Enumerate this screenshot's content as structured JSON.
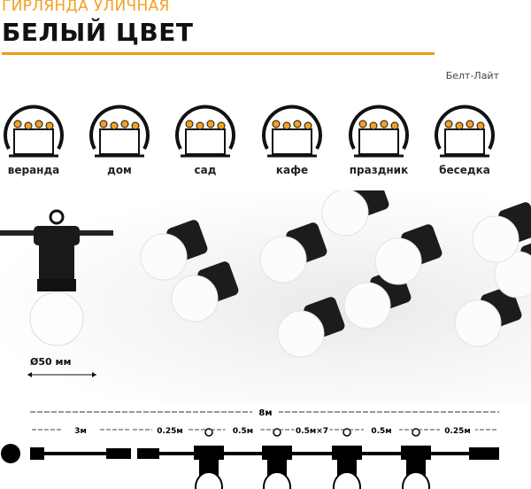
{
  "header": {
    "subtitle": "ГИРЛЯНДА УЛИЧНАЯ",
    "title": "БЕЛЫЙ ЦВЕТ",
    "brand": "Белт-Лайт"
  },
  "colors": {
    "accent": "#f29a14",
    "text": "#111111"
  },
  "uses": [
    {
      "label": "веранда",
      "icon": "veranda-icon"
    },
    {
      "label": "дом",
      "icon": "house-icon"
    },
    {
      "label": "сад",
      "icon": "garden-icon"
    },
    {
      "label": "кафе",
      "icon": "cafe-icon"
    },
    {
      "label": "праздник",
      "icon": "holiday-icon"
    },
    {
      "label": "беседка",
      "icon": "gazebo-icon"
    }
  ],
  "bulb": {
    "diameter_label": "Ø50 мм"
  },
  "diagram": {
    "total": "8м",
    "segments": [
      "3м",
      "0.25м",
      "0.5м",
      "0.5м×7",
      "0.5м",
      "0.25м"
    ]
  }
}
